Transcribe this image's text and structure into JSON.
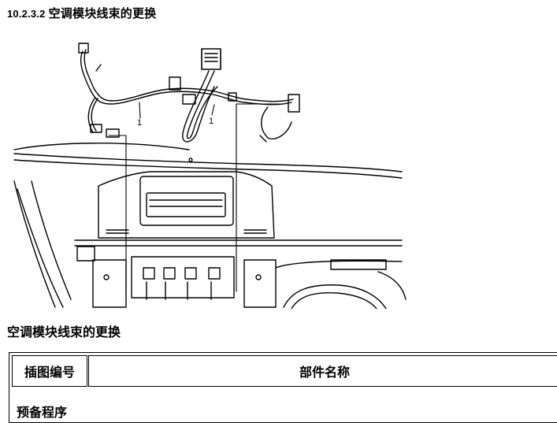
{
  "section": {
    "number": "10.2.3.2",
    "title": "空调模块线束的更换"
  },
  "figure": {
    "callouts": [
      "1",
      "1"
    ]
  },
  "caption": "空调模块线束的更换",
  "table": {
    "headers": [
      "插图编号",
      "部件名称"
    ],
    "subheading": "预备程序"
  }
}
